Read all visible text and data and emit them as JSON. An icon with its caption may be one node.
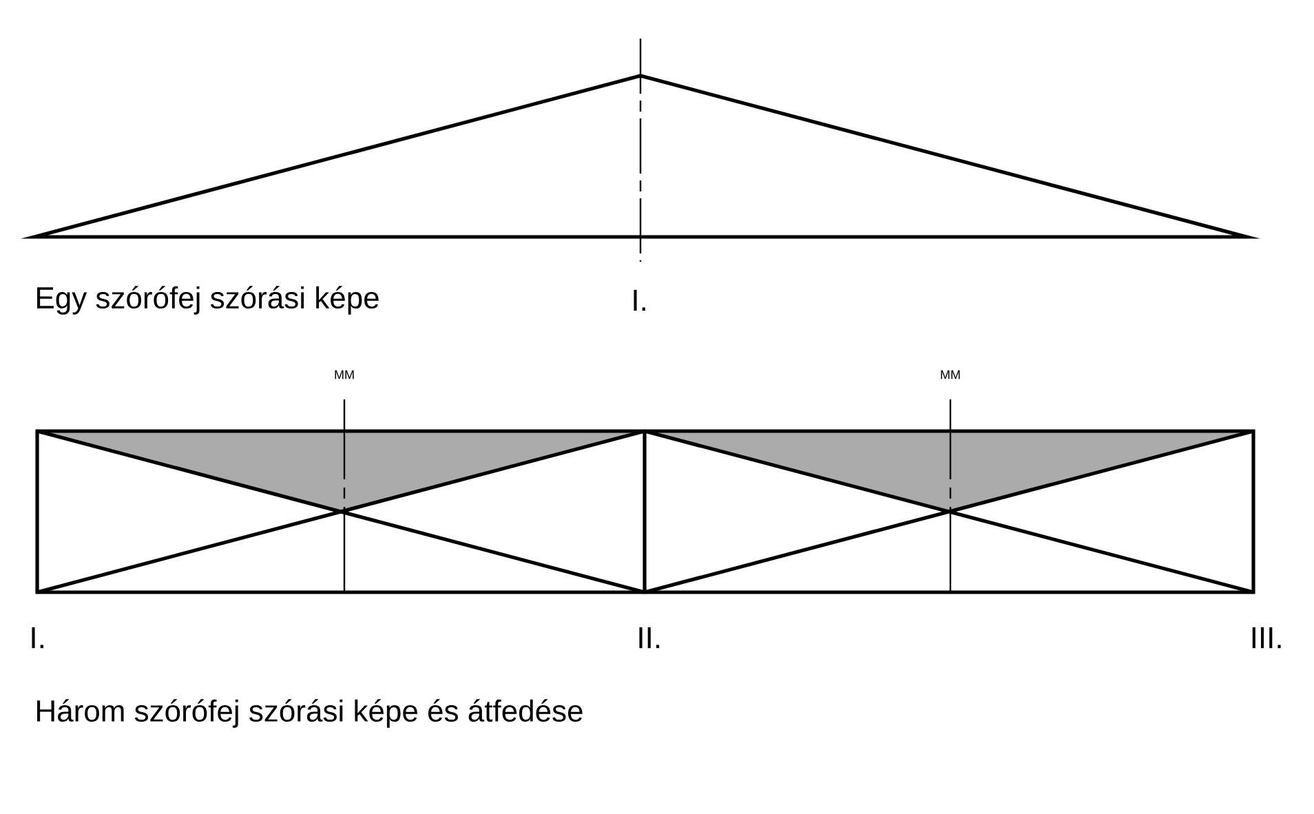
{
  "diagram": {
    "labels": [
      "Egy szórófej szórási képe",
      "I.",
      "MM",
      "MM",
      "I.",
      "II.",
      "III.",
      "Három szórófej szórási képe és átfedése"
    ]
  }
}
